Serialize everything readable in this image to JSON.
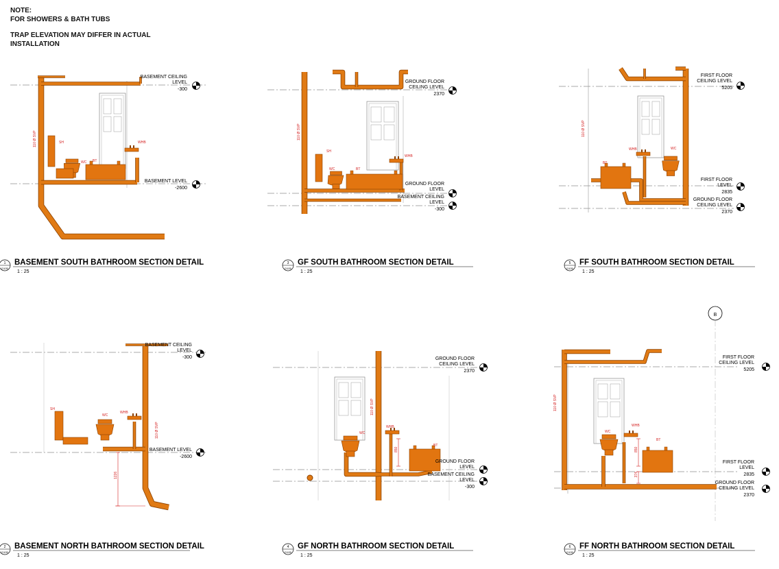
{
  "note": {
    "heading": "NOTE:",
    "line1": "FOR SHOWERS & BATH TUBS",
    "line2": "TRAP ELEVATION MAY DIFFER IN ACTUAL",
    "line3": "INSTALLATION"
  },
  "grid_marker": "B",
  "colors": {
    "pipe": "#e07a14",
    "pipe_dark": "#8a4000",
    "fixture": "#e27510",
    "dim": "#d42020",
    "line": "#555555"
  },
  "details": [
    {
      "title": "BASEMENT SOUTH BATHROOM  SECTION DETAIL",
      "scale": "1 : 25",
      "view": {
        "number": "1",
        "sheet": "D105"
      },
      "levels": [
        {
          "lines": [
            "BASEMENT CEILING",
            "LEVEL"
          ],
          "value": "-300"
        },
        {
          "lines": [
            "BASEMENT LEVEL"
          ],
          "value": "-2600"
        }
      ],
      "tags": [
        "SH",
        "WC",
        "BT",
        "WHB",
        "110 Ø SVP"
      ]
    },
    {
      "title": "GF SOUTH BATHROOM SECTION DETAIL",
      "scale": "1 : 25",
      "view": {
        "number": "3",
        "sheet": "D105"
      },
      "levels": [
        {
          "lines": [
            "GROUND FLOOR",
            "CEILING LEVEL"
          ],
          "value": "2370"
        },
        {
          "lines": [
            "GROUND FLOOR",
            "LEVEL"
          ],
          "value": ""
        },
        {
          "lines": [
            "BASEMENT CEILING",
            "LEVEL"
          ],
          "value": "-300"
        }
      ],
      "tags": [
        "SH",
        "WC",
        "BT",
        "WHB",
        "110 Ø SVP"
      ]
    },
    {
      "title": "FF SOUTH BATHROOM SECTION DETAIL",
      "scale": "1 : 25",
      "view": {
        "number": "5",
        "sheet": "D105"
      },
      "levels": [
        {
          "lines": [
            "FIRST FLOOR",
            "CEILING LEVEL"
          ],
          "value": "5205"
        },
        {
          "lines": [
            "FIRST FLOOR",
            "LEVEL"
          ],
          "value": "2835"
        },
        {
          "lines": [
            "GROUND FLOOR",
            "CEILING LEVEL"
          ],
          "value": "2370"
        }
      ],
      "tags": [
        "BT",
        "WHB",
        "WC",
        "110 Ø SVP"
      ]
    },
    {
      "title": "BASEMENT NORTH BATHROOM SECTION DETAIL",
      "scale": "1 : 25",
      "view": {
        "number": "2",
        "sheet": "D105"
      },
      "levels": [
        {
          "lines": [
            "BASEMENT CEILING",
            "LEVEL"
          ],
          "value": "-300"
        },
        {
          "lines": [
            "BASEMENT LEVEL"
          ],
          "value": "-2600"
        }
      ],
      "tags": [
        "SH",
        "WC",
        "WHB",
        "110 Ø SVP"
      ],
      "dims": [
        "1226"
      ]
    },
    {
      "title": "GF NORTH BATHROOM SECTION DETAIL",
      "scale": "1 : 25",
      "view": {
        "number": "4",
        "sheet": "D105"
      },
      "levels": [
        {
          "lines": [
            "GROUND FLOOR",
            "CEILING LEVEL"
          ],
          "value": "2370"
        },
        {
          "lines": [
            "GROUND FLOOR",
            "LEVEL"
          ],
          "value": ""
        },
        {
          "lines": [
            "BASEMENT CEILING",
            "LEVEL"
          ],
          "value": "-300"
        }
      ],
      "tags": [
        "WC",
        "WHB",
        "BT",
        "110 Ø SVP"
      ],
      "dims": [
        "850"
      ]
    },
    {
      "title": "FF NORTH BATHROOM SECTION DETAIL",
      "scale": "1 : 25",
      "view": {
        "number": "6",
        "sheet": "D105"
      },
      "levels": [
        {
          "lines": [
            "FIRST FLOOR",
            "CEILING LEVEL"
          ],
          "value": "5205"
        },
        {
          "lines": [
            "FIRST FLOOR",
            "LEVEL"
          ],
          "value": "2835"
        },
        {
          "lines": [
            "GROUND FLOOR",
            "CEILING LEVEL"
          ],
          "value": "2370"
        }
      ],
      "tags": [
        "WC",
        "WHB",
        "BT",
        "110 Ø SVP"
      ],
      "dims": [
        "850",
        "374"
      ]
    }
  ]
}
